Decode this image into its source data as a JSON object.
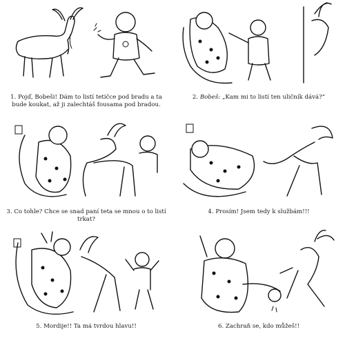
{
  "comic": {
    "panels": [
      {
        "number": "1.",
        "speaker": "",
        "text": "Pojď, Bobeši! Dám to listí tetičce pod bradu a ta bude koukat, až ji zalechtáš fousama pod bradou."
      },
      {
        "number": "2.",
        "speaker": "Bobeš:",
        "text": "„Kam mi to listí ten uličník dává?“"
      },
      {
        "number": "3.",
        "speaker": "",
        "text": "Co tohle? Chce se snad paní teta se mnou o to listí trkat?"
      },
      {
        "number": "4.",
        "speaker": "",
        "text": "Prosím! Jsem tedy k službám!!!"
      },
      {
        "number": "5.",
        "speaker": "",
        "text": "Mordije!! Ta má tvrdou hlavu!!"
      },
      {
        "number": "6.",
        "speaker": "",
        "text": "Zachraň se, kdo můžeš!!"
      }
    ]
  }
}
